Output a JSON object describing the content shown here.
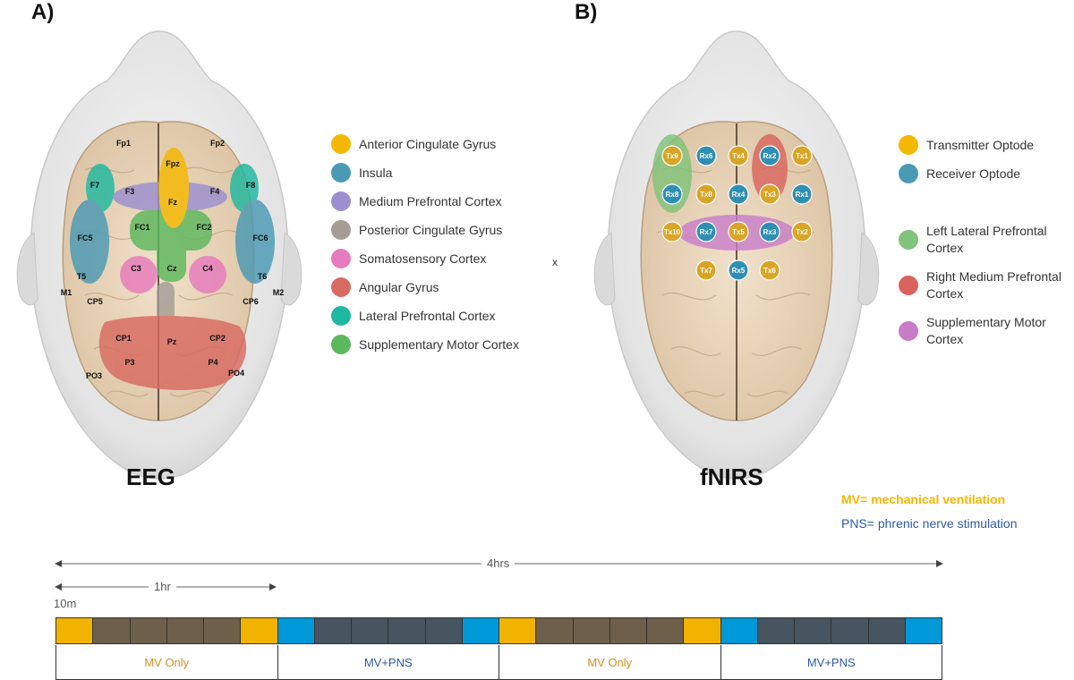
{
  "panels": {
    "a_label": "A)",
    "b_label": "B)",
    "a_title": "EEG",
    "b_title": "fNIRS"
  },
  "eeg": {
    "electrodes": [
      "Fp1",
      "Fp2",
      "Fpz",
      "F7",
      "F3",
      "Fz",
      "F4",
      "F8",
      "FC1",
      "FC2",
      "FC5",
      "FC6",
      "T5",
      "T6",
      "C3",
      "Cz",
      "C4",
      "M1",
      "M2",
      "CP5",
      "CP6",
      "CP1",
      "CP2",
      "Pz",
      "P3",
      "P4",
      "PO3",
      "PO4"
    ],
    "legend": [
      {
        "label": "Anterior Cingulate Gyrus",
        "color": "#f5b800"
      },
      {
        "label": "Insula",
        "color": "#4a9ab5"
      },
      {
        "label": "Medium Prefrontal Cortex",
        "color": "#9b8fcf"
      },
      {
        "label": "Posterior Cingulate Gyrus",
        "color": "#a59d95"
      },
      {
        "label": "Somatosensory Cortex",
        "color": "#e77bbd"
      },
      {
        "label": "Angular Gyrus",
        "color": "#d96a62"
      },
      {
        "label": "Lateral Prefrontal Cortex",
        "color": "#1fb8a0"
      },
      {
        "label": "Supplementary Motor Cortex",
        "color": "#5cb85c"
      }
    ]
  },
  "fnirs": {
    "transmitters": [
      "Tx1",
      "Tx2",
      "Tx3",
      "Tx4",
      "Tx5",
      "Tx6",
      "Tx7",
      "Tx8",
      "Tx9",
      "Tx10"
    ],
    "receivers": [
      "Rx1",
      "Rx2",
      "Rx3",
      "Rx4",
      "Rx5",
      "Rx6",
      "Rx7",
      "Rx8"
    ],
    "legend_optodes": [
      {
        "label": "Transmitter Optode",
        "color": "#f5b800"
      },
      {
        "label": "Receiver Optode",
        "color": "#4a9ab5"
      }
    ],
    "legend_regions": [
      {
        "label": "Left Lateral Prefrontal",
        "label2": "Cortex",
        "color": "#7fc47a"
      },
      {
        "label": "Right Medium Prefrontal",
        "label2": "Cortex",
        "color": "#d9645f"
      },
      {
        "label": "Supplementary Motor",
        "label2": "Cortex",
        "color": "#c87cc8"
      }
    ],
    "stray_mark": "x"
  },
  "abbreviations": {
    "mv": "MV= mechanical ventilation",
    "pns": "PNS= phrenic nerve stimulation",
    "mv_color": "#f5b800",
    "pns_color": "#2e5aa8"
  },
  "timeline": {
    "total_label": "4hrs",
    "hour_label": "1hr",
    "segment_label": "10m",
    "colors": {
      "yellow": "#f2b300",
      "brown": "#6e5f4b",
      "blue": "#0099d8",
      "slate": "#46555f"
    },
    "segments": [
      "yellow",
      "brown",
      "brown",
      "brown",
      "brown",
      "yellow",
      "blue",
      "slate",
      "slate",
      "slate",
      "slate",
      "blue",
      "yellow",
      "brown",
      "brown",
      "brown",
      "brown",
      "yellow",
      "blue",
      "slate",
      "slate",
      "slate",
      "slate",
      "blue"
    ],
    "conditions": [
      {
        "label": "MV Only",
        "color": "#d4912a"
      },
      {
        "label": "MV+PNS",
        "color": "#2e5aa8"
      },
      {
        "label": "MV Only",
        "color": "#d4912a"
      },
      {
        "label": "MV+PNS",
        "color": "#2e5aa8"
      }
    ]
  }
}
